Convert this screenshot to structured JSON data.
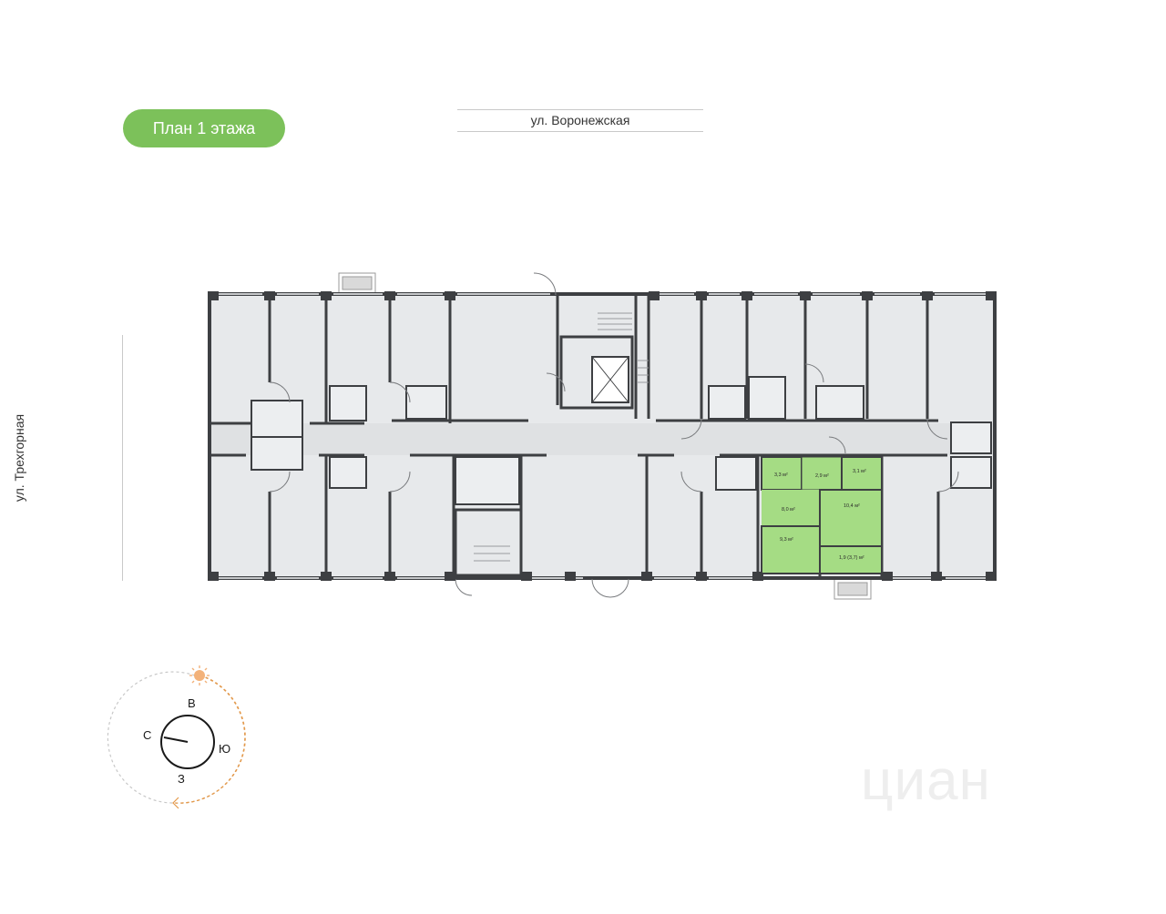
{
  "floor_badge": "План 1 этажа",
  "streets": {
    "top": "ул. Воронежская",
    "left": "ул. Трехгорная"
  },
  "highlight_color": "#a5dc84",
  "accent_color": "#7cc15a",
  "wall_color": "#3d3f42",
  "room_color": "#e7e9eb",
  "apartment": {
    "rooms": [
      {
        "label": "3,3 м²"
      },
      {
        "label": "2,9 м²"
      },
      {
        "label": "3,1 м²"
      },
      {
        "label": "8,0 м²"
      },
      {
        "label": "10,4 м²"
      },
      {
        "label": "9,3 м²"
      },
      {
        "label": "1,9 (3,7) м²"
      }
    ]
  },
  "compass": {
    "north": "С",
    "east": "В",
    "south": "Ю",
    "west": "З",
    "sun_icon": "sun-icon"
  },
  "watermark": "циан"
}
